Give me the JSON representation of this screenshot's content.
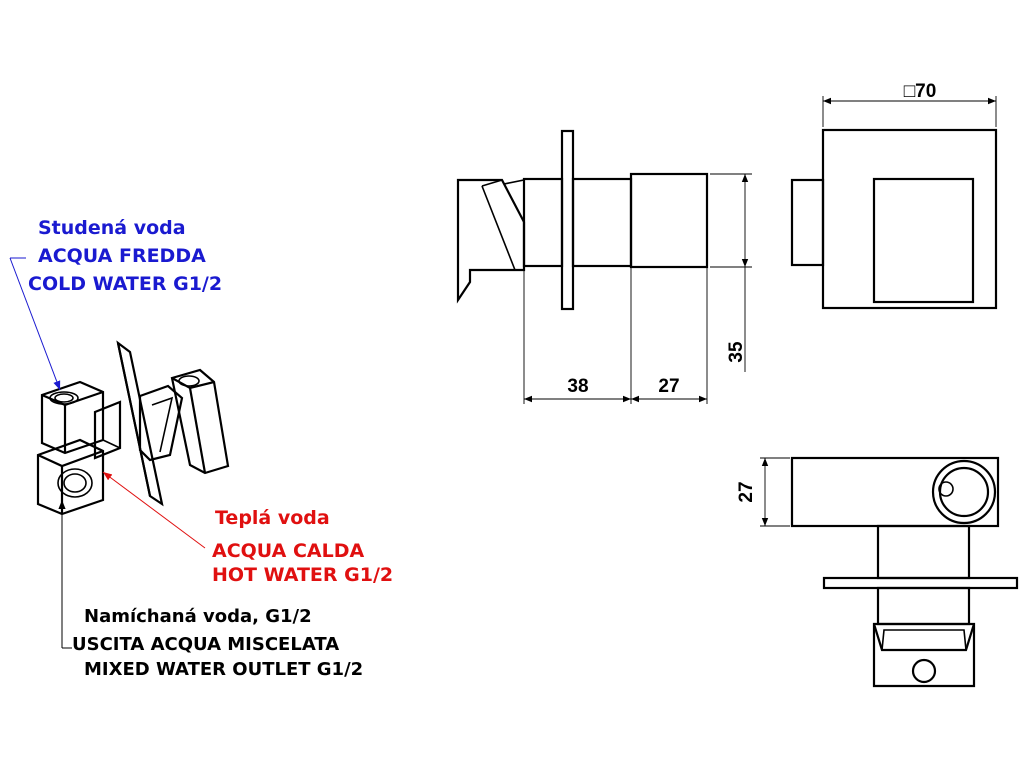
{
  "labels": {
    "cold": {
      "czech": "Studená voda",
      "italian": "ACQUA FREDDA",
      "english": "COLD WATER G1/2"
    },
    "hot": {
      "czech": "Teplá voda",
      "italian": "ACQUA CALDA",
      "english": "HOT WATER G1/2"
    },
    "mixed": {
      "czech": "Namíchaná voda, G1/2",
      "italian": "USCITA ACQUA MISCELATA",
      "english": "MIXED WATER OUTLET G1/2"
    }
  },
  "dimensions": {
    "square": "□70",
    "body_depth": "38",
    "cap_depth": "27",
    "height": "35",
    "side_height": "27"
  },
  "colors": {
    "cold": "#1a1ad0",
    "hot": "#e01010",
    "mixed": "#000000",
    "line": "#000000"
  }
}
